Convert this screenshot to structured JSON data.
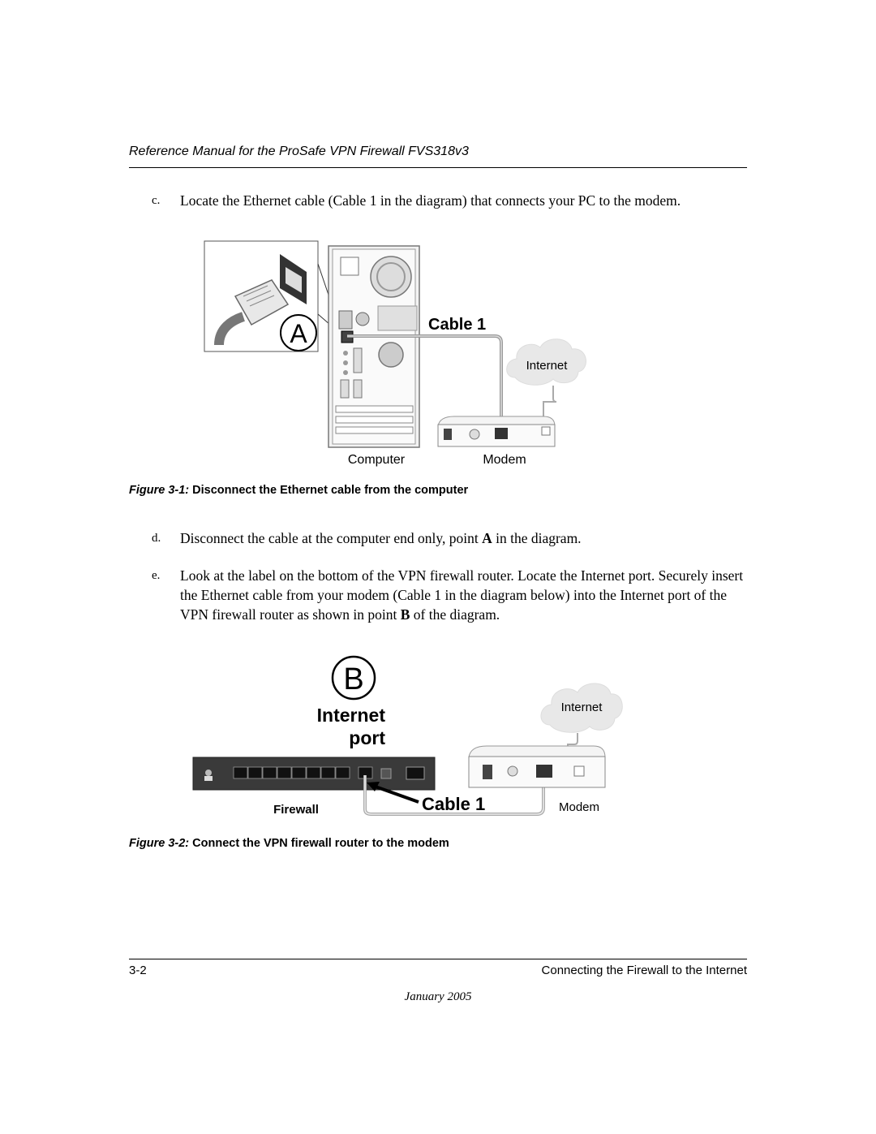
{
  "header": {
    "title": "Reference Manual for the ProSafe VPN Firewall FVS318v3"
  },
  "steps": [
    {
      "marker": "c.",
      "text": "Locate the Ethernet cable (Cable 1 in the diagram) that connects your PC to the modem."
    },
    {
      "marker": "d.",
      "text_before": "Disconnect the cable at the computer end only, point ",
      "bold": "A",
      "text_after": " in the diagram."
    },
    {
      "marker": "e.",
      "text_before": "Look at the label on the bottom of the VPN firewall router. Locate the Internet port. Securely insert the Ethernet cable from your modem (Cable 1 in the diagram below) into the Internet port of the VPN firewall router as shown in point ",
      "bold": "B",
      "text_after": " of the diagram."
    }
  ],
  "figure1": {
    "point_label": "A",
    "cable_label": "Cable 1",
    "cloud_label": "Internet",
    "computer_label": "Computer",
    "modem_label": "Modem",
    "caption_num": "Figure 3-1:",
    "caption_text": "Disconnect the Ethernet cable from the computer"
  },
  "figure2": {
    "point_label": "B",
    "internet_port_line1": "Internet",
    "internet_port_line2": "port",
    "cloud_label": "Internet",
    "firewall_label": "Firewall",
    "cable_label": "Cable  1",
    "modem_label": "Modem",
    "caption_num": "Figure 3-2:",
    "caption_text": "Connect the VPN firewall router to the modem"
  },
  "footer": {
    "page_number": "3-2",
    "chapter": "Connecting the Firewall to the Internet",
    "date": "January 2005"
  }
}
